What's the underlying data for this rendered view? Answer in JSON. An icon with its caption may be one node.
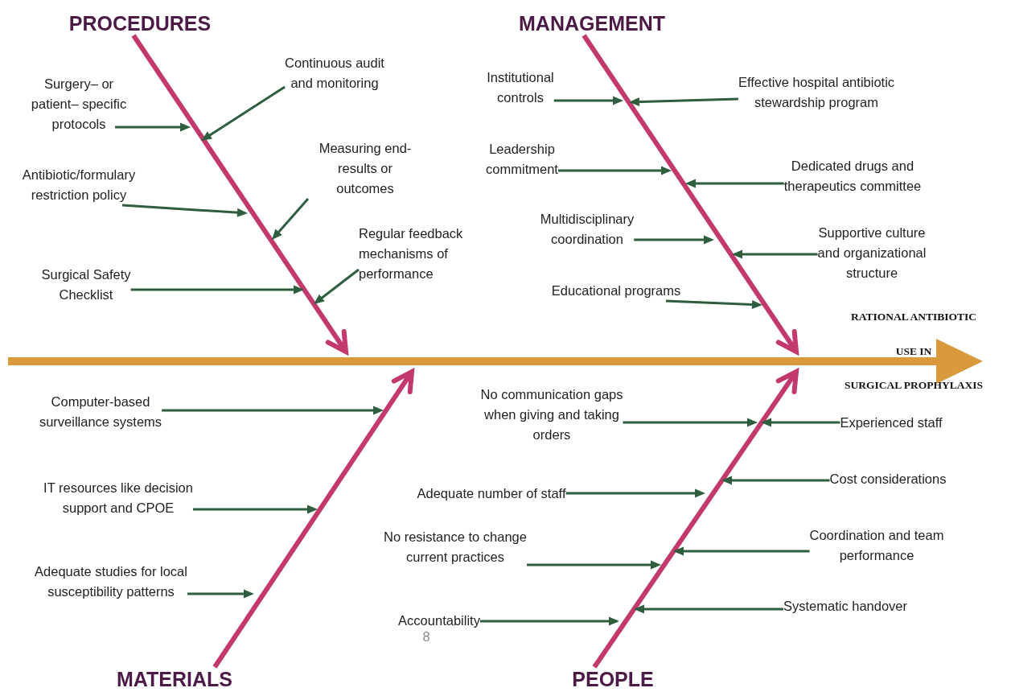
{
  "diagram": {
    "nodes": [
      {
        "text": [
          "RATIONAL ANTIBIOTIC USE IN SURGICAL PROPHYLAXIS"
        ]
      },
      {
        "text": [
          "PROCEDURES"
        ]
      },
      {
        "text": [
          "MANAGEMENT"
        ]
      },
      {
        "text": [
          "MATERIALS"
        ]
      },
      {
        "text": [
          "PEOPLE"
        ]
      },
      {
        "text": [
          "Surgery– or patient– specific protocols"
        ]
      },
      {
        "text": [
          "Antibiotic/formulary restriction policy"
        ]
      },
      {
        "text": [
          "Surgical Safety Checklist"
        ]
      },
      {
        "text": [
          "Continuous audit and monitoring"
        ]
      },
      {
        "text": [
          "Measuring end-results or outcomes"
        ]
      },
      {
        "text": [
          "Regular feedback mechanisms of performance"
        ]
      },
      {
        "text": [
          "Institutional controls"
        ]
      },
      {
        "text": [
          "Effective hospital antibiotic stewardship program"
        ]
      },
      {
        "text": [
          "Leadership commitment"
        ]
      },
      {
        "text": [
          "Dedicated drugs and therapeutics committee"
        ]
      },
      {
        "text": [
          "Multidisciplinary coordination"
        ]
      },
      {
        "text": [
          "Supportive culture and organizational structure"
        ]
      },
      {
        "text": [
          "Educational programs"
        ]
      },
      {
        "text": [
          "Computer-based surveillance systems"
        ]
      },
      {
        "text": [
          "IT resources like decision support and CPOE"
        ]
      },
      {
        "text": [
          "Adequate studies for local susceptibility patterns"
        ]
      },
      {
        "text": [
          "No communication gaps when giving and taking orders"
        ]
      },
      {
        "text": [
          "Experienced staff"
        ]
      },
      {
        "text": [
          "Adequate number of staff"
        ]
      },
      {
        "text": [
          "Cost considerations"
        ]
      },
      {
        "text": [
          "No resistance to change current practices"
        ]
      },
      {
        "text": [
          "Coordination and team performance"
        ]
      },
      {
        "text": [
          "Accountability"
        ]
      },
      {
        "text": [
          "Systematic handover"
        ]
      }
    ],
    "edges": [
      {
        "from": null,
        "to": 0,
        "arrow": "to",
        "style": "thick",
        "color": "#d99a3c"
      },
      {
        "from": 1,
        "to": null,
        "arrow": "to",
        "style": "thick",
        "color": "#c23a6c"
      },
      {
        "from": 2,
        "to": null,
        "arrow": "to",
        "style": "thick",
        "color": "#c23a6c"
      },
      {
        "from": 3,
        "to": null,
        "arrow": "to",
        "style": "thick",
        "color": "#c23a6c"
      },
      {
        "from": 4,
        "to": null,
        "arrow": "to",
        "style": "thick",
        "color": "#c23a6c"
      },
      {
        "from": 5,
        "to": null,
        "arrow": "to"
      },
      {
        "from": 6,
        "to": null,
        "arrow": "to"
      },
      {
        "from": 7,
        "to": null,
        "arrow": "to"
      },
      {
        "from": 8,
        "to": null,
        "arrow": "to"
      },
      {
        "from": 9,
        "to": null,
        "arrow": "to"
      },
      {
        "from": 10,
        "to": null,
        "arrow": "to"
      },
      {
        "from": 11,
        "to": null,
        "arrow": "to"
      },
      {
        "from": 12,
        "to": null,
        "arrow": "to"
      },
      {
        "from": 13,
        "to": null,
        "arrow": "to"
      },
      {
        "from": 14,
        "to": null,
        "arrow": "to"
      },
      {
        "from": 15,
        "to": null,
        "arrow": "to"
      },
      {
        "from": 16,
        "to": null,
        "arrow": "to"
      },
      {
        "from": 17,
        "to": null,
        "arrow": "to"
      },
      {
        "from": 18,
        "to": null,
        "arrow": "to"
      },
      {
        "from": 19,
        "to": null,
        "arrow": "to"
      },
      {
        "from": 20,
        "to": null,
        "arrow": "to"
      },
      {
        "from": 21,
        "to": null,
        "arrow": "to"
      },
      {
        "from": 22,
        "to": null,
        "arrow": "to"
      },
      {
        "from": 23,
        "to": null,
        "arrow": "to"
      },
      {
        "from": 24,
        "to": null,
        "arrow": "to"
      },
      {
        "from": 25,
        "to": null,
        "arrow": "to"
      },
      {
        "from": 26,
        "to": null,
        "arrow": "to"
      },
      {
        "from": 27,
        "to": null,
        "arrow": "to"
      },
      {
        "from": 28,
        "to": null,
        "arrow": "to"
      }
    ],
    "labels": [
      "8"
    ]
  }
}
